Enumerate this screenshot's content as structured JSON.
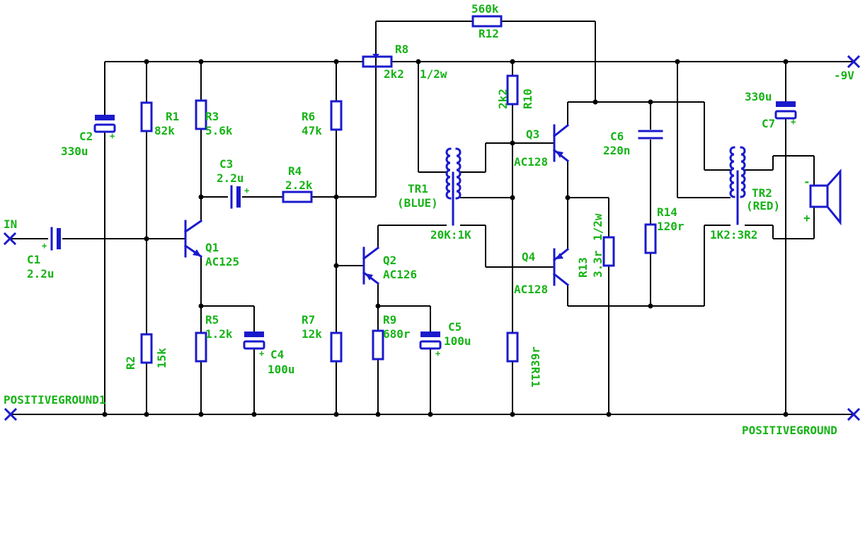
{
  "colors": {
    "wire": "#000000",
    "component": "#1a1acc",
    "label": "#17b317",
    "background": "#ffffff"
  },
  "ports": {
    "in": "IN",
    "supply": "-9V",
    "ground_left": "POSITIVEGROUND1",
    "ground_right": "POSITIVEGROUND"
  },
  "components": {
    "c1": {
      "ref": "C1",
      "value": "2.2u"
    },
    "c2": {
      "ref": "C2",
      "value": "330u"
    },
    "c3": {
      "ref": "C3",
      "value": "2.2u"
    },
    "c4": {
      "ref": "C4",
      "value": "100u"
    },
    "c5": {
      "ref": "C5",
      "value": "100u"
    },
    "c6": {
      "ref": "C6",
      "value": "220n"
    },
    "c7": {
      "ref": "C7",
      "value": "330u"
    },
    "r1": {
      "ref": "R1",
      "value": "82k"
    },
    "r2": {
      "ref": "R2",
      "value": "15k"
    },
    "r3": {
      "ref": "R3",
      "value": "5.6k"
    },
    "r4": {
      "ref": "R4",
      "value": "2.2k"
    },
    "r5": {
      "ref": "R5",
      "value": "1.2k"
    },
    "r6": {
      "ref": "R6",
      "value": "47k"
    },
    "r7": {
      "ref": "R7",
      "value": "12k"
    },
    "r8": {
      "ref": "R8",
      "value": "2k2",
      "rating": "1/2w"
    },
    "r9": {
      "ref": "R9",
      "value": "680r"
    },
    "r10": {
      "ref": "R10",
      "value": "2k2"
    },
    "r11": {
      "ref": "R11",
      "value": "39r"
    },
    "r12": {
      "ref": "R12",
      "value": "560k"
    },
    "r13": {
      "ref": "R13",
      "value": "3.3r",
      "rating": "1/2w"
    },
    "r14": {
      "ref": "R14",
      "value": "120r"
    },
    "q1": {
      "ref": "Q1",
      "value": "AC125"
    },
    "q2": {
      "ref": "Q2",
      "value": "AC126"
    },
    "q3": {
      "ref": "Q3",
      "value": "AC128"
    },
    "q4": {
      "ref": "Q4",
      "value": "AC128"
    },
    "tr1": {
      "ref": "TR1",
      "color": "(BLUE)",
      "ratio": "20K:1K"
    },
    "tr2": {
      "ref": "TR2",
      "color": "(RED)",
      "ratio": "1K2:3R2"
    }
  },
  "symbols": {
    "plus": "+",
    "minus": "-"
  }
}
